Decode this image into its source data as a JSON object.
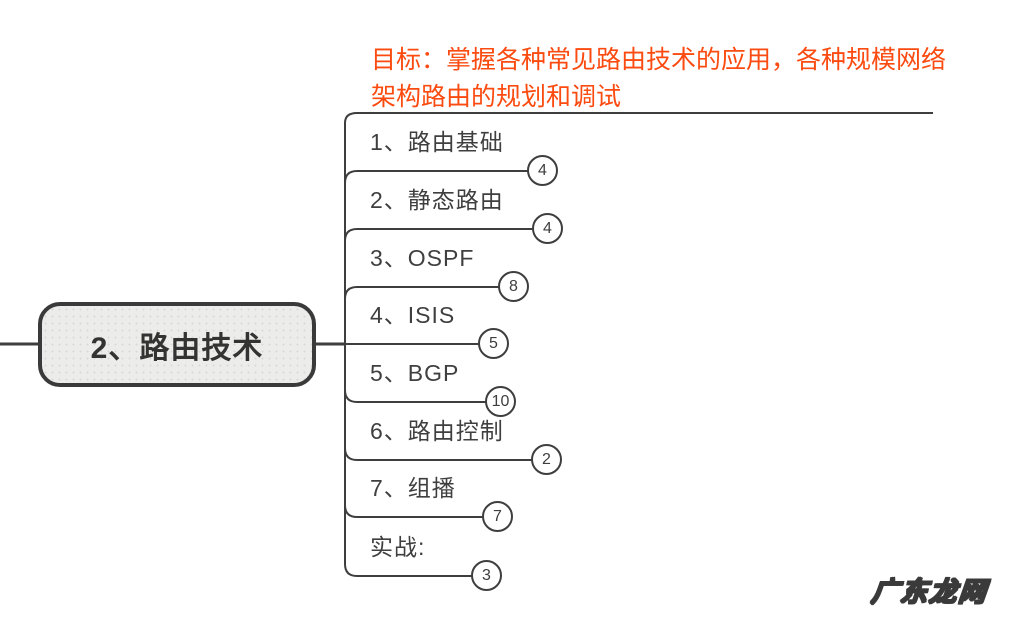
{
  "note": {
    "line1": "目标：掌握各种常见路由技术的应用，各种规模网络",
    "line2": "架构路由的规划和调试",
    "color": "#fb4b10"
  },
  "root": {
    "label": "2、路由技术"
  },
  "branches": [
    {
      "label": "1、路由基础",
      "count": "4"
    },
    {
      "label": "2、静态路由",
      "count": "4"
    },
    {
      "label": "3、OSPF",
      "count": "8"
    },
    {
      "label": "4、ISIS",
      "count": "5"
    },
    {
      "label": "5、BGP",
      "count": "10"
    },
    {
      "label": "6、路由控制",
      "count": "2"
    },
    {
      "label": "7、组播",
      "count": "7"
    },
    {
      "label": "实战:",
      "count": "3"
    }
  ],
  "watermark": {
    "text": "广东龙网"
  },
  "colors": {
    "note_text": "#fb4b10",
    "line": "#3e3e3e",
    "node_fill": "#ececea",
    "node_border": "#3a3a3a",
    "text": "#3f3f3f"
  }
}
